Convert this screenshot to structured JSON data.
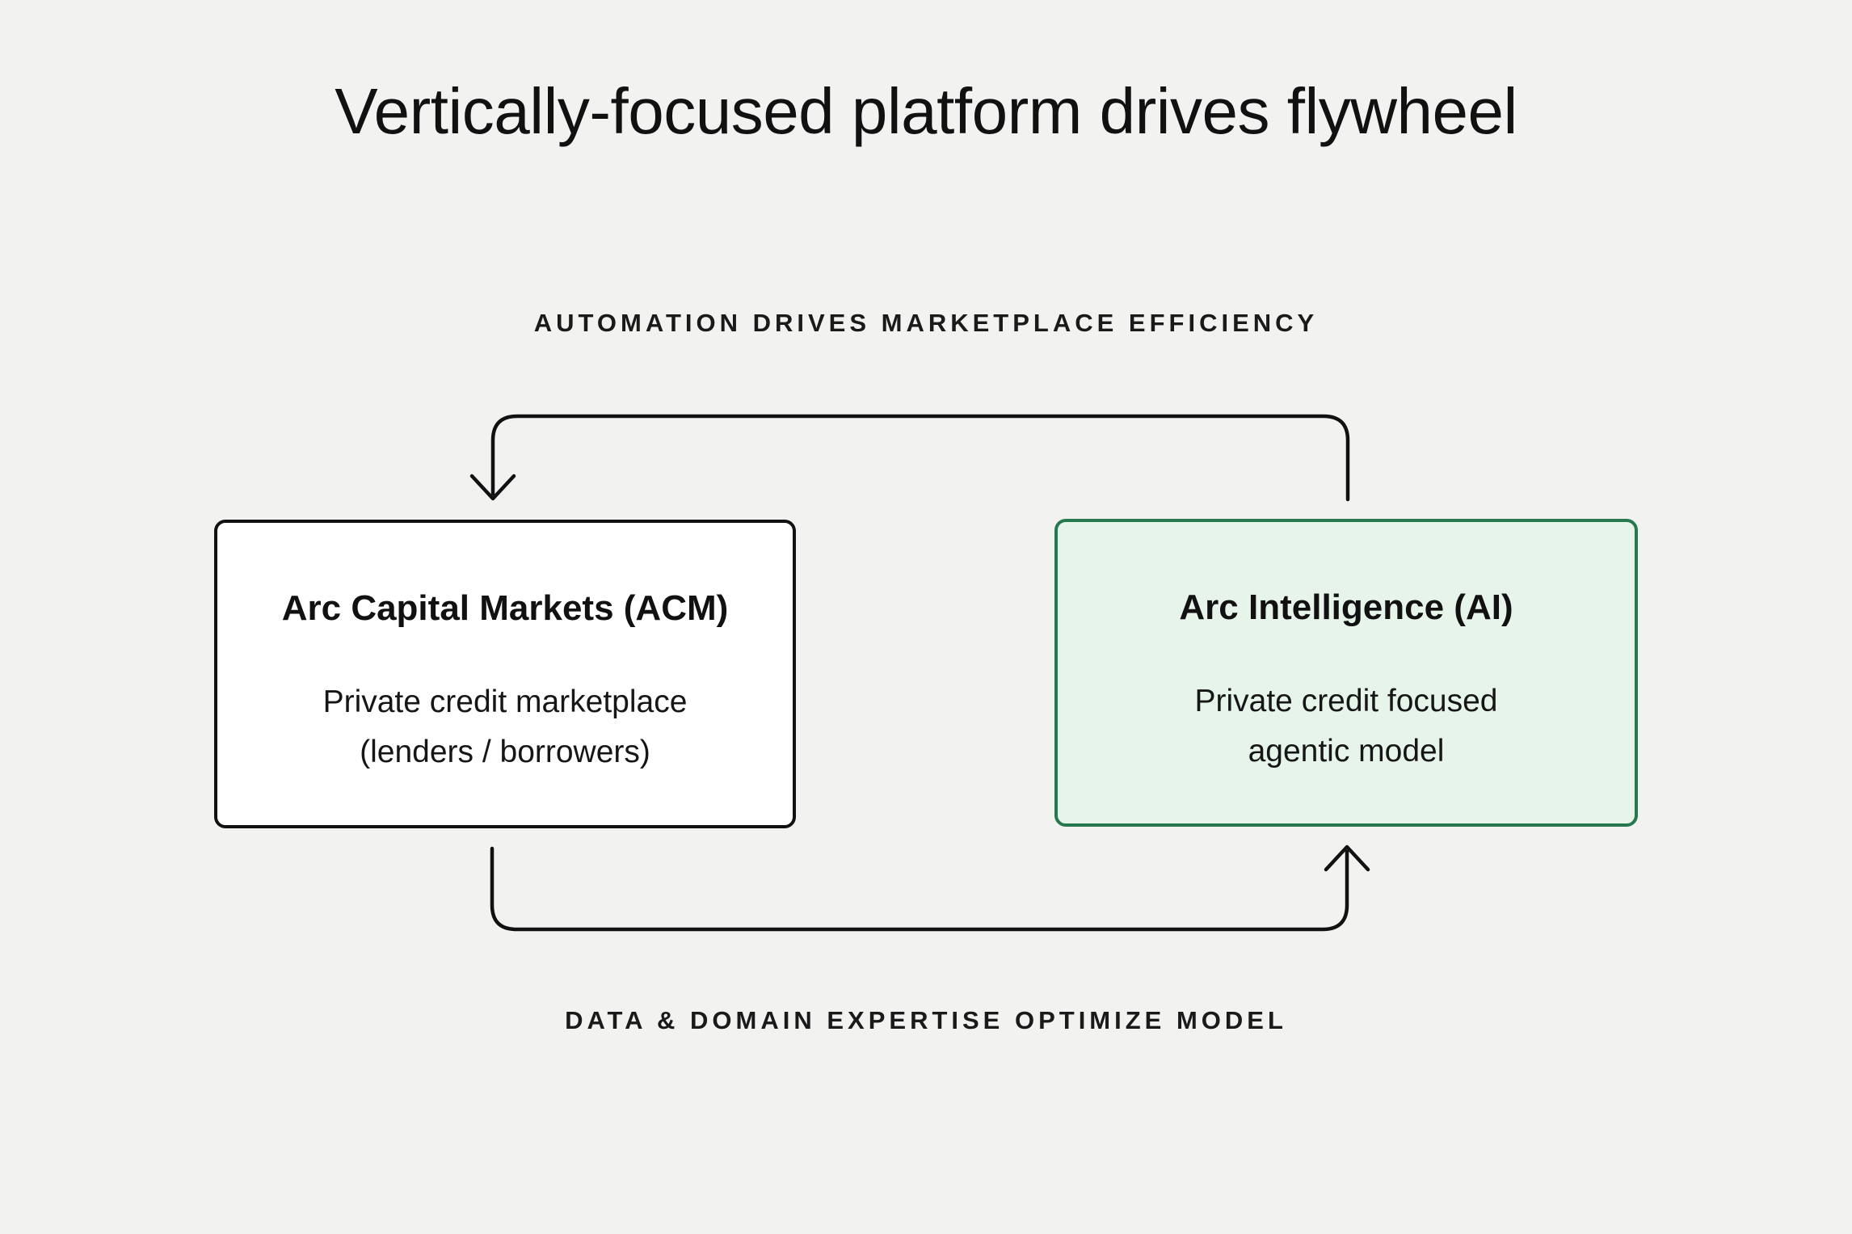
{
  "page": {
    "background_color": "#f2f2f1",
    "text_color": "#111111"
  },
  "title": "Vertically-focused platform drives flywheel",
  "flywheel": {
    "top_label": "AUTOMATION DRIVES MARKETPLACE EFFICIENCY",
    "bottom_label": "DATA & DOMAIN EXPERTISE OPTIMIZE MODEL",
    "arrow_color": "#111111",
    "left_box": {
      "title": "Arc Capital Markets (ACM)",
      "body_line1": "Private credit marketplace",
      "body_line2": "(lenders / borrowers)",
      "background_color": "#ffffff",
      "border_color": "#111111"
    },
    "right_box": {
      "title": "Arc Intelligence (AI)",
      "body_line1": "Private credit focused",
      "body_line2": "agentic model",
      "background_color": "#e7f4ea",
      "border_color": "#26794f"
    }
  }
}
